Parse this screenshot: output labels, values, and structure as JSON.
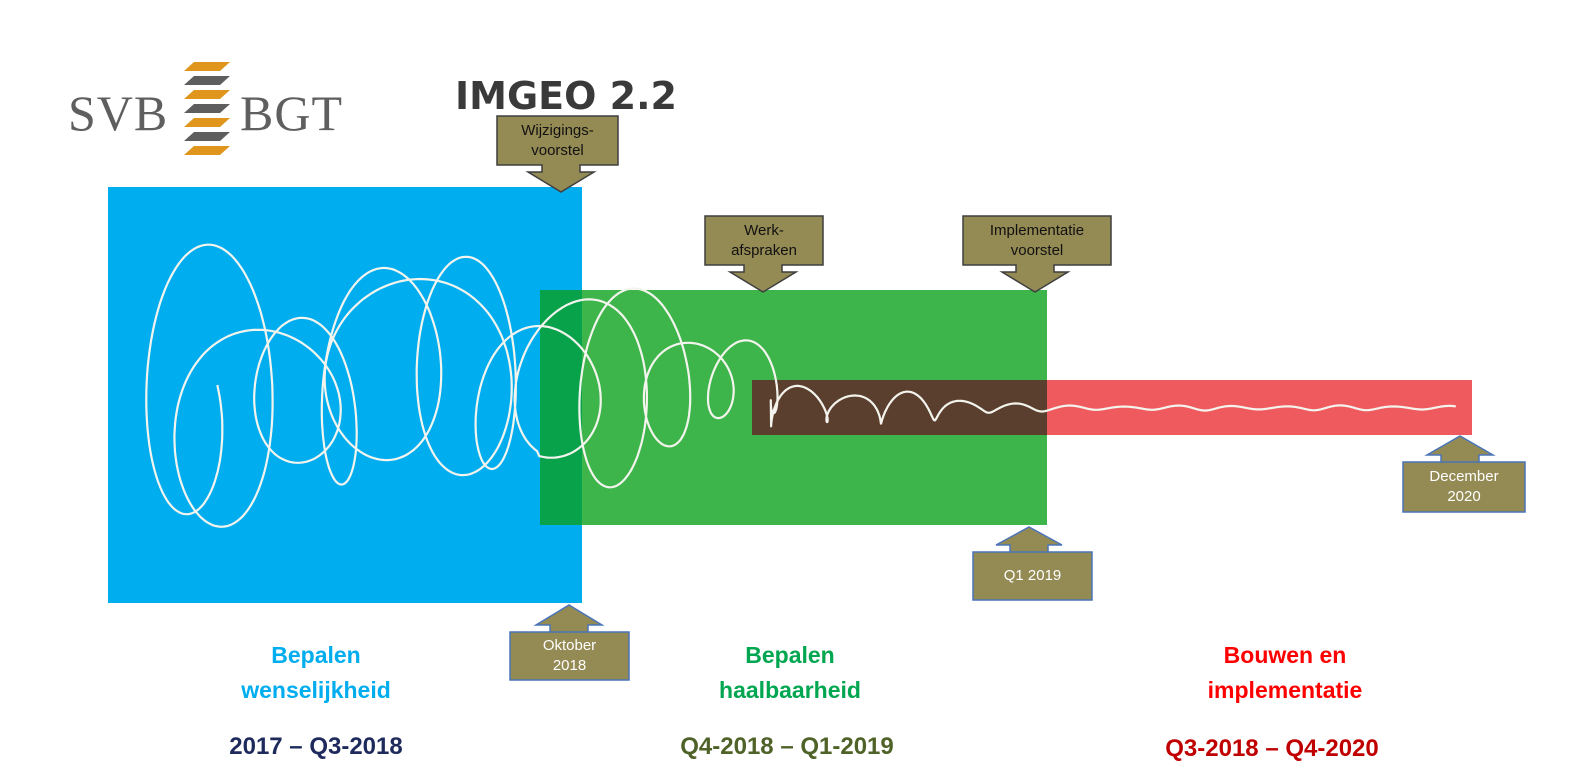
{
  "logo": {
    "left_text": "SVB",
    "right_text": "BGT",
    "stripe_colors": [
      "#e0961c",
      "#5e5e5e"
    ]
  },
  "title": "IMGEO 2.2",
  "callouts": {
    "wijzigingsvoorstel": [
      "Wijzigings-",
      "voorstel"
    ],
    "werkafspraken": [
      "Werk-",
      "afspraken"
    ],
    "implementatievoorstel": [
      "Implementatie",
      "voorstel"
    ],
    "q1_2019": [
      "Q1 2019"
    ],
    "oktober_2018": [
      "Oktober",
      "2018"
    ],
    "december_2020": [
      "December",
      "2020"
    ]
  },
  "phases": [
    {
      "label": [
        "Bepalen",
        "wenselijkheid"
      ],
      "period": "2017 – Q3-2018",
      "color": "#00adef",
      "period_color": "#1f2a5c"
    },
    {
      "label": [
        "Bepalen",
        "haalbaarheid"
      ],
      "period": "Q4-2018 – Q1-2019",
      "color": "#00a650",
      "period_color": "#4f6228"
    },
    {
      "label": [
        "Bouwen en",
        "implementatie"
      ],
      "period": "Q3-2018 – Q4-2020",
      "color": "#ff0000",
      "period_color": "#c00000"
    }
  ],
  "colors": {
    "callout": "#948a54",
    "blue_block": "#00adef",
    "green_block": "#3db54a",
    "red_bar": "#ef5a5e"
  }
}
